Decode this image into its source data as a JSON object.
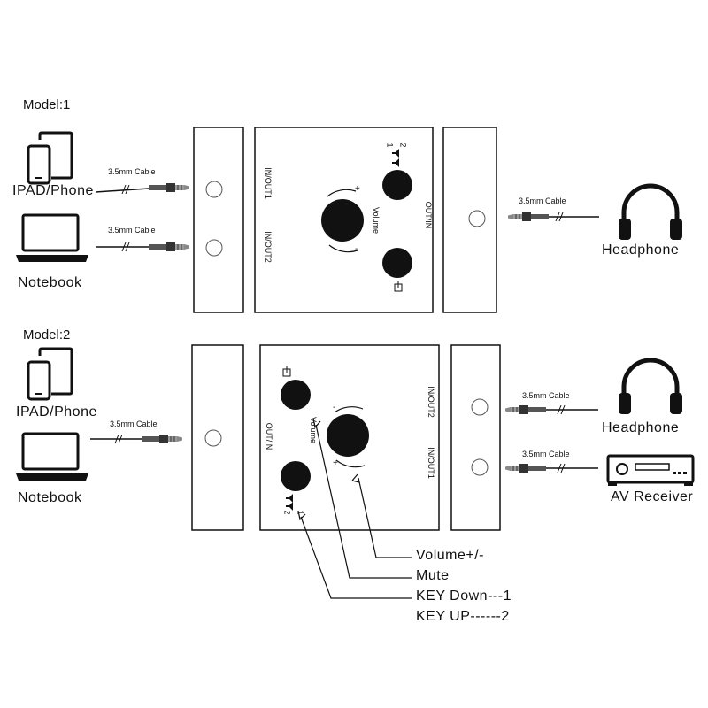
{
  "model1": {
    "title": "Model:1",
    "devices": [
      "IPAD/Phone",
      "Notebook"
    ],
    "cable_labels": [
      "3.5mm Cable",
      "3.5mm Cable",
      "3.5mm Cable"
    ],
    "output_device": "Headphone",
    "port_labels": [
      "IN/OUT1",
      "IN/OUT2",
      "OUT/IN"
    ],
    "volume_label": "Volume",
    "volume_marks": [
      "+",
      "-"
    ],
    "key_marks": [
      "1",
      "2"
    ]
  },
  "model2": {
    "title": "Model:2",
    "devices": [
      "IPAD/Phone",
      "Notebook"
    ],
    "cable_labels": [
      "3.5mm Cable",
      "3.5mm Cable",
      "3.5mm Cable"
    ],
    "output_devices": [
      "Headphone",
      "AV Receiver"
    ],
    "port_labels": [
      "IN/OUT2",
      "IN/OUT1",
      "OUT/IN"
    ],
    "volume_label": "Volume",
    "volume_marks": [
      "-",
      "+"
    ],
    "key_marks": [
      "1",
      "2"
    ]
  },
  "legend": {
    "volume": "Volume+/-",
    "mute": "Mute",
    "key_down": "KEY Down---1",
    "key_up": "KEY UP------2"
  },
  "colors": {
    "line": "#111111",
    "panel_bg": "#ffffff",
    "jack_metal": "#9a9a9a"
  },
  "icons": [
    "phone-icon",
    "tablet-icon",
    "laptop-icon",
    "headphone-icon",
    "av-receiver-icon",
    "speaker-icon",
    "audio-jack-icon"
  ]
}
